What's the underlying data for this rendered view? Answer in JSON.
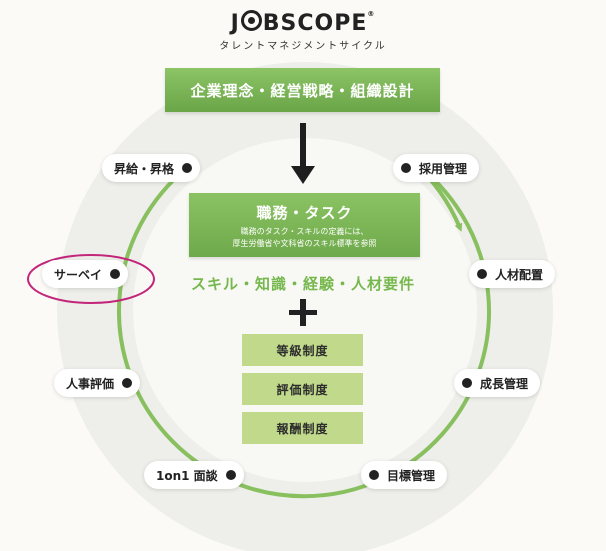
{
  "logo": {
    "brand_prefix": "J",
    "brand_suffix": "BSCOPE",
    "registered": "®",
    "tagline": "タレントマネジメントサイクル"
  },
  "center": {
    "top_banner": "企業理念・経営戦略・組織設計",
    "task_title": "職務・タスク",
    "task_desc_line1": "職務のタスク・スキルの定義には、",
    "task_desc_line2": "厚生労働省や文科省のスキル標準を参照",
    "skills": "スキル・知識・経験・人材要件",
    "plus": "+",
    "systems": [
      "等級制度",
      "評価制度",
      "報酬制度"
    ]
  },
  "cycle_nodes": {
    "promotion": "昇給・昇格",
    "recruitment": "採用管理",
    "placement": "人材配置",
    "survey": "サーベイ",
    "growth": "成長管理",
    "evaluation": "人事評価",
    "goals": "目標管理",
    "one_on_one": "1on1 面談"
  },
  "colors": {
    "accent_green": "#7ab84f",
    "ring_green": "#88c05f",
    "light_green": "#c0d98a",
    "highlight_magenta": "#c2257a"
  }
}
